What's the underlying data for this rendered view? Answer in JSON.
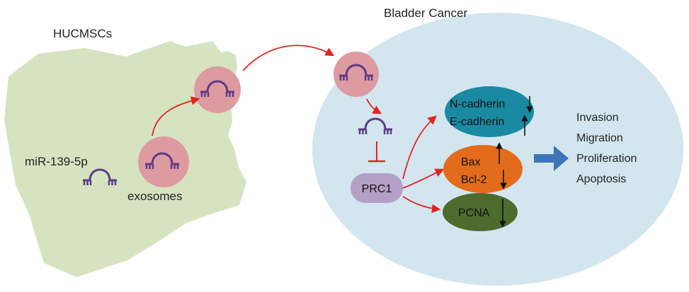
{
  "labels": {
    "huc": "HUCMSCs",
    "bladder": "Bladder Cancer",
    "mirna": "miR-139-5p",
    "exosomes": "exosomes",
    "prc1": "PRC1",
    "ncad": "N-cadherin",
    "ecad": "E-cadherin",
    "bax": "Bax",
    "bcl2": "Bcl-2",
    "pcna": "PCNA"
  },
  "arrows": {
    "ncad": "↓",
    "ecad": "↑",
    "bax": "↑",
    "bcl2": "↓",
    "pcna": "↓"
  },
  "outcomes": [
    "Invasion",
    "Migration",
    "Proliferation",
    "Apoptosis"
  ],
  "colors": {
    "huc_shape": "#d6e3c0",
    "cancer_cell": "#d3e6ef",
    "exosome": "#dd9aa0",
    "mirna": "#5e3c86",
    "red_arrow": "#e42320",
    "cadherin": "#1a8aa2",
    "bax_bcl2": "#e26c1c",
    "pcna": "#4e6b2e",
    "prc1": "#b49fc7",
    "blue_arrow": "#3c74b7"
  }
}
